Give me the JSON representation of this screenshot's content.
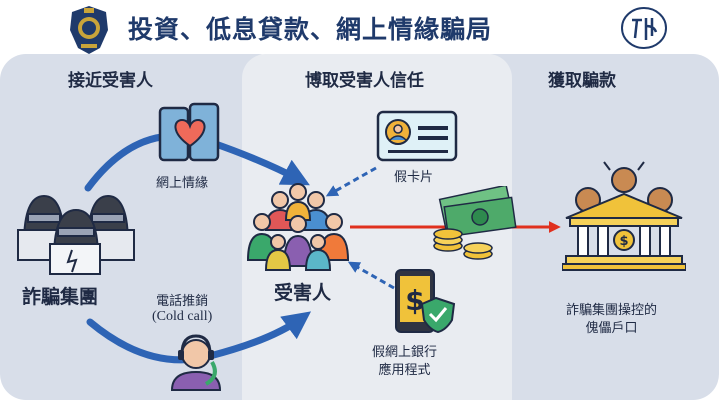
{
  "title": "投資、低息貸款、網上情緣騙局",
  "sections": {
    "approach": "接近受害人",
    "trust": "博取受害人信任",
    "obtain": "獲取騙款"
  },
  "labels": {
    "online_romance": "網上情緣",
    "scam_group": "詐騙集團",
    "cold_call_zh": "電話推銷",
    "cold_call_en": "(Cold call)",
    "victims": "受害人",
    "fake_card": "假卡片",
    "fake_bank_app_1": "假網上銀行",
    "fake_bank_app_2": "應用程式",
    "puppet_accounts_1": "詐騙集團操控的",
    "puppet_accounts_2": "傀儡戶口"
  },
  "colors": {
    "title": "#1f3a6b",
    "arrow_blue": "#2e64b5",
    "arrow_red": "#e0301e",
    "panel_dark": "#d8dee9",
    "panel_light": "#e9ecf1"
  },
  "icons": [
    "police-badge-icon",
    "crime-wing-stamp-icon",
    "hooded-hackers-icon",
    "phones-heart-icon",
    "headset-caller-icon",
    "victims-crowd-icon",
    "id-card-icon",
    "bank-app-phone-icon",
    "money-coins-icon",
    "bank-bulls-icon"
  ]
}
